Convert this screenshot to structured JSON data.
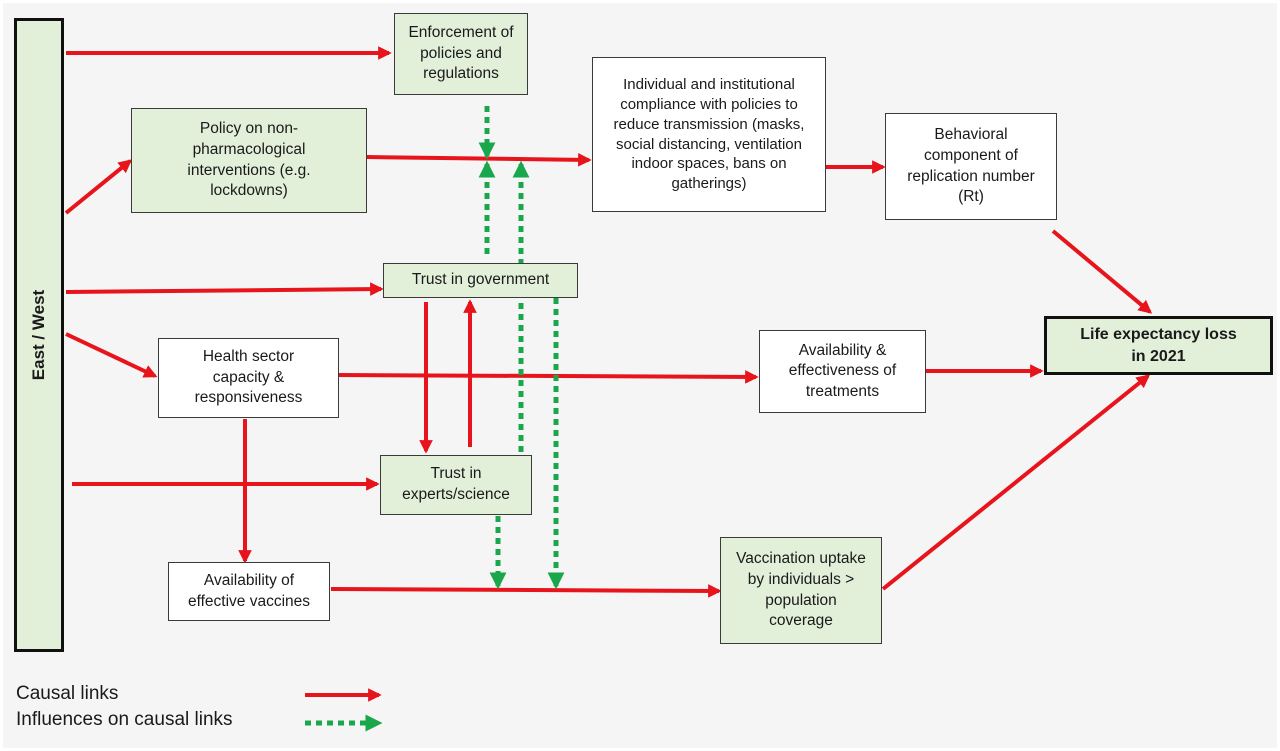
{
  "nodes": {
    "east_west": "East / West",
    "enforcement": "Enforcement of\npolicies and\nregulations",
    "npi_policy": "Policy on non-\npharmacological\ninterventions (e.g.\nlockdowns)",
    "compliance": "Individual and institutional\ncompliance with policies to\nreduce transmission (masks,\nsocial distancing, ventilation\nindoor spaces, bans on\ngatherings)",
    "behavioral_rt": "Behavioral\ncomponent of\nreplication number\n(Rt)",
    "trust_government": "Trust in government",
    "health_sector": "Health sector\ncapacity &\nresponsiveness",
    "treatments": "Availability &\neffectiveness of\ntreatments",
    "life_expectancy": "Life expectancy loss\nin 2021",
    "trust_experts": "Trust in\nexperts/science",
    "vaccines": "Availability of\neffective vaccines",
    "vaccination_uptake": "Vaccination uptake\nby individuals >\npopulation\ncoverage"
  },
  "legend": {
    "causal": "Causal links",
    "influence": "Influences on causal links"
  },
  "colors": {
    "causal": "#e8141b",
    "influence": "#1aa64a",
    "box_fill": "#e2efd9"
  }
}
